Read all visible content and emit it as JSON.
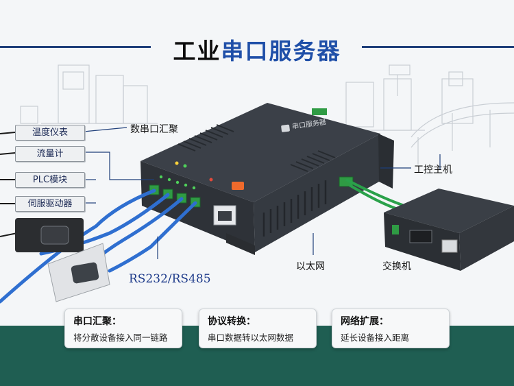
{
  "title": {
    "part1": "工业",
    "part2": "串口服务器"
  },
  "device_labels": [
    "温度仪表",
    "流量计",
    "PLC模块",
    "伺服驱动器"
  ],
  "device_brand": "串口服务器",
  "callouts": {
    "aggregation": "数串口汇聚",
    "host": "工控主机",
    "ethernet": "以太网",
    "switch": "交换机",
    "protocol": "RS232/RS485"
  },
  "cards": [
    {
      "title": "串口汇聚：",
      "text": "将分散设备接入同一链路"
    },
    {
      "title": "协议转换：",
      "text": "串口数据转以太网数据"
    },
    {
      "title": "网络扩展：",
      "text": "延长设备接入距离"
    }
  ],
  "colors": {
    "accent": "#1f4fa8",
    "band": "#1f5e52",
    "cable_blue": "#2f6fd0",
    "cable_green": "#2aa14a"
  }
}
